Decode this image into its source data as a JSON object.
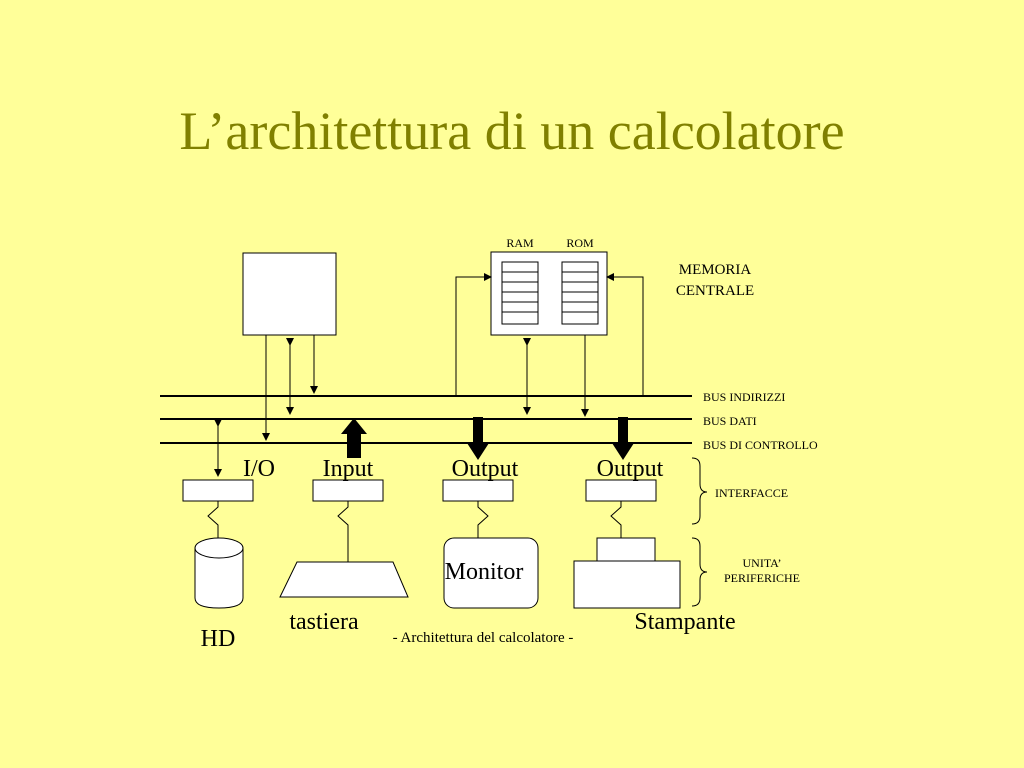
{
  "slide": {
    "title": "L’architettura di un calcolatore",
    "caption": "- Architettura del calcolatore -"
  },
  "memory": {
    "ram_label": "RAM",
    "rom_label": "ROM",
    "name_line1": "MEMORIA",
    "name_line2": "CENTRALE"
  },
  "buses": {
    "address": "BUS INDIRIZZI",
    "data": "BUS DATI",
    "control": "BUS DI CONTROLLO"
  },
  "interfaces": {
    "io": "I/O",
    "input": "Input",
    "output1": "Output",
    "output2": "Output",
    "group_label": "INTERFACCE"
  },
  "peripherals": {
    "hd": "HD",
    "keyboard": "tastiera",
    "monitor": "Monitor",
    "printer": "Stampante",
    "group_line1": "UNITA’",
    "group_line2": "PERIFERICHE"
  },
  "colors": {
    "background": "#ffff99",
    "title": "#808000",
    "ink": "#000000"
  }
}
